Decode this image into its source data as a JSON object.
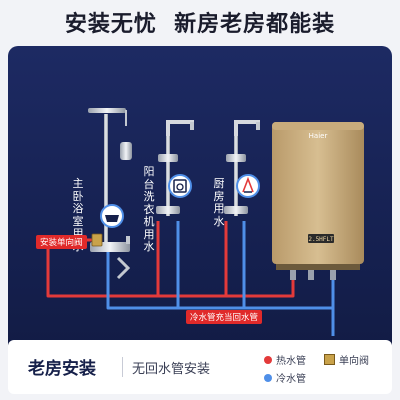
{
  "header": {
    "title": "安装无忧  新房老房都能装"
  },
  "labels": {
    "main_bath": "主卧浴室用水",
    "balcony": "阳台洗衣机用水",
    "kitchen": "厨房用水",
    "check_valve_install": "安装单向阀",
    "cold_pipe_return": "冷水管充当回水管",
    "heater_brand": "Haier",
    "heater_screen": "2.5HFLT"
  },
  "footer": {
    "title": "老房安装",
    "subtitle": "无回水管安装",
    "legend": {
      "hot_pipe": "热水管",
      "cold_pipe": "冷水管",
      "check_valve": "单向阀"
    }
  },
  "colors": {
    "hot": "#e33a3a",
    "cold": "#4f8fe8",
    "panel": "#1d2a63",
    "valve": "#c9a24a"
  }
}
